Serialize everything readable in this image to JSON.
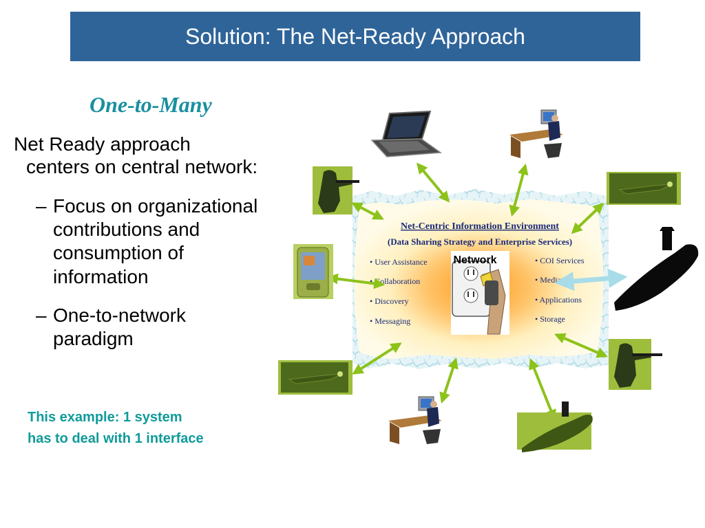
{
  "slide": {
    "title": "Solution: The Net-Ready Approach",
    "subtitle": "One-to-Many",
    "body": {
      "intro_line1": "Net Ready approach",
      "intro_line2": "centers on central network:",
      "bullets": [
        {
          "dash": "–",
          "lines": [
            "Focus on organizational",
            "contributions and",
            "consumption of",
            "information"
          ]
        },
        {
          "dash": "–",
          "lines": [
            "One-to-network",
            "paradigm"
          ]
        }
      ]
    },
    "note": {
      "line1": "This example:  1 system",
      "line2": "has to deal  with 1 interface"
    }
  },
  "diagram": {
    "panel_title": "Net-Centric Information Environment",
    "panel_subtitle": "(Data Sharing Strategy and Enterprise Services)",
    "network_label": "Network",
    "left_services": [
      "• User Assistance",
      "• Collaboration",
      "• Discovery",
      "• Messaging"
    ],
    "right_services": [
      "• COI Services",
      "• Mediation",
      "• Applications",
      "• Storage"
    ]
  },
  "colors": {
    "title_bar": "#2f6499",
    "subtitle": "#1a8fa0",
    "note": "#109a9a",
    "arrow": "#8cc21a",
    "highlight_arrow": "#a8dce8",
    "panel_text": "#1b2a7a",
    "olive": "#4d6a1c"
  },
  "icons": [
    "laptop-icon",
    "workstation-icon",
    "soldier-icon",
    "pda-icon",
    "submarine-icon",
    "aircraft-icon",
    "power-outlet-icon"
  ]
}
